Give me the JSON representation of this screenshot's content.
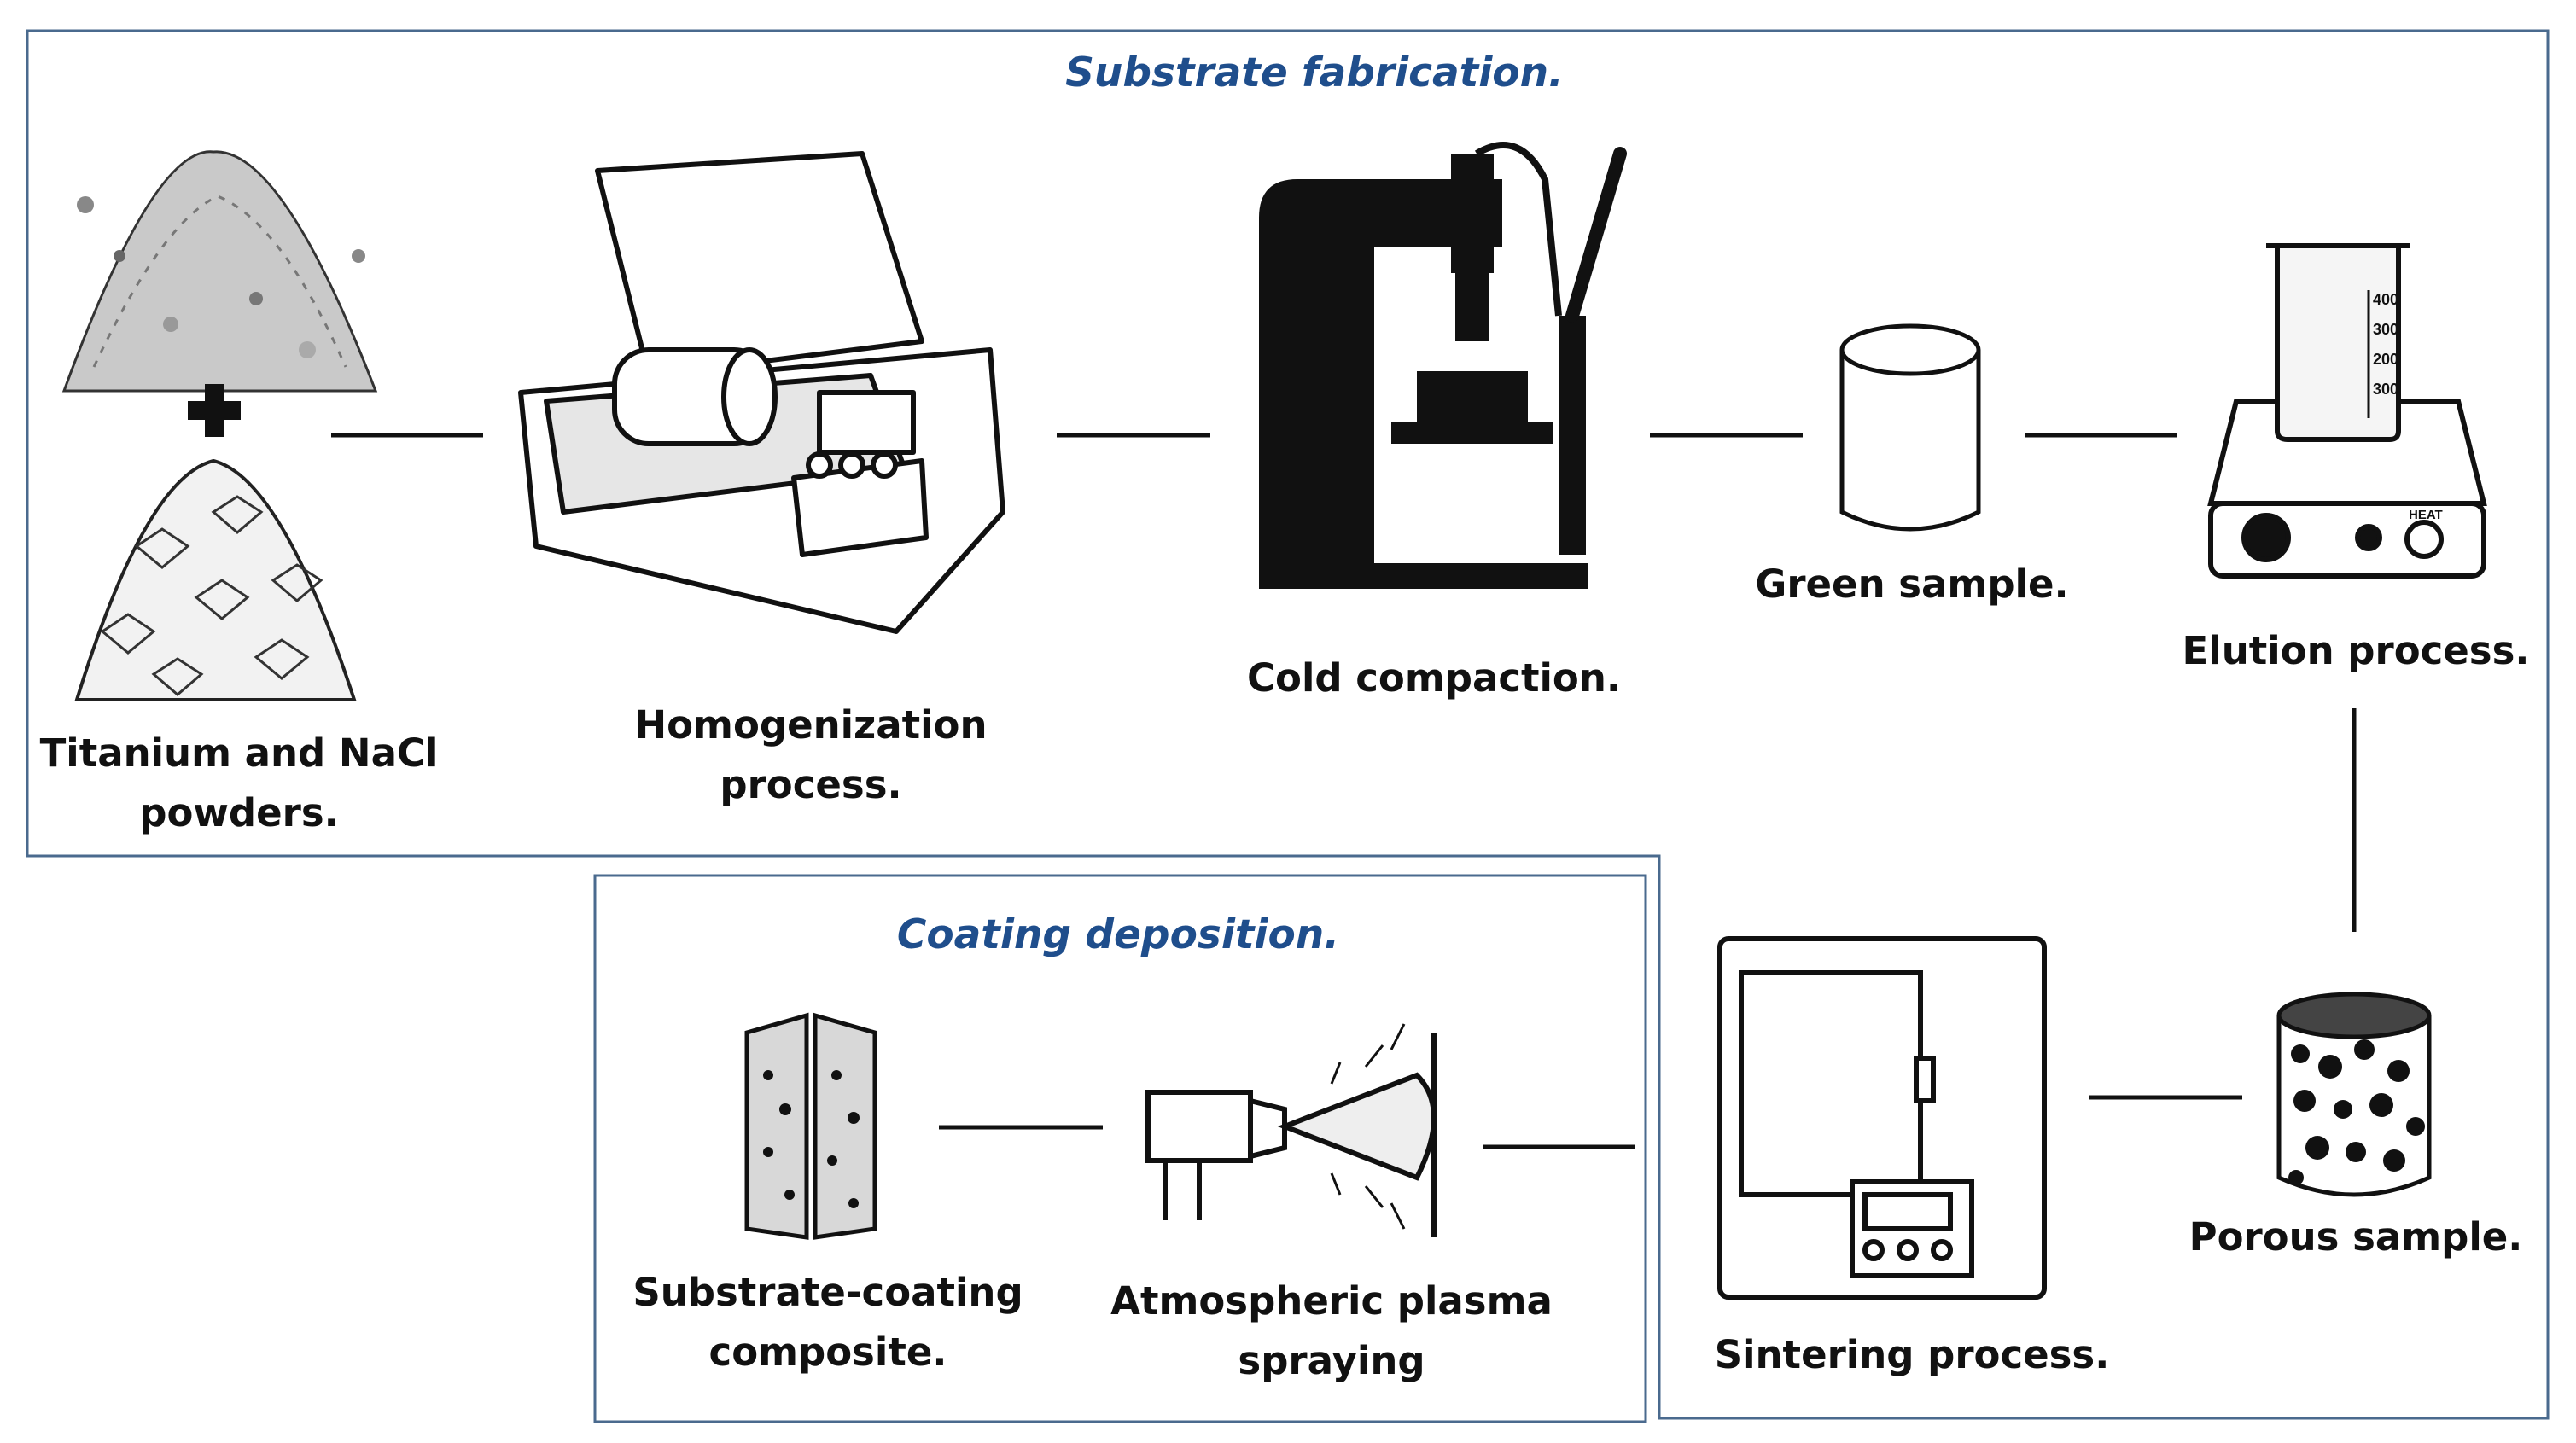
{
  "sections": {
    "substrate_title": "Substrate fabrication.",
    "coating_title": "Coating deposition."
  },
  "steps": {
    "powders": {
      "line1": "Titanium and NaCl",
      "line2": "powders."
    },
    "homogenization": {
      "line1": "Homogenization",
      "line2": "process."
    },
    "cold_compaction": {
      "line1": "Cold compaction."
    },
    "green_sample": {
      "line1": "Green sample."
    },
    "elution": {
      "line1": "Elution process."
    },
    "porous_sample": {
      "line1": "Porous sample."
    },
    "sintering": {
      "line1": "Sintering process."
    },
    "plasma": {
      "line1": "Atmospheric plasma",
      "line2": "spraying"
    },
    "composite": {
      "line1": "Substrate-coating",
      "line2": "composite."
    }
  },
  "beaker_marks": [
    "400",
    "300",
    "200",
    "300"
  ],
  "hotplate_label": "HEAT",
  "colors": {
    "section_title": "#1f4e8c",
    "frame": "#4a6a8e",
    "ink": "#111111"
  }
}
